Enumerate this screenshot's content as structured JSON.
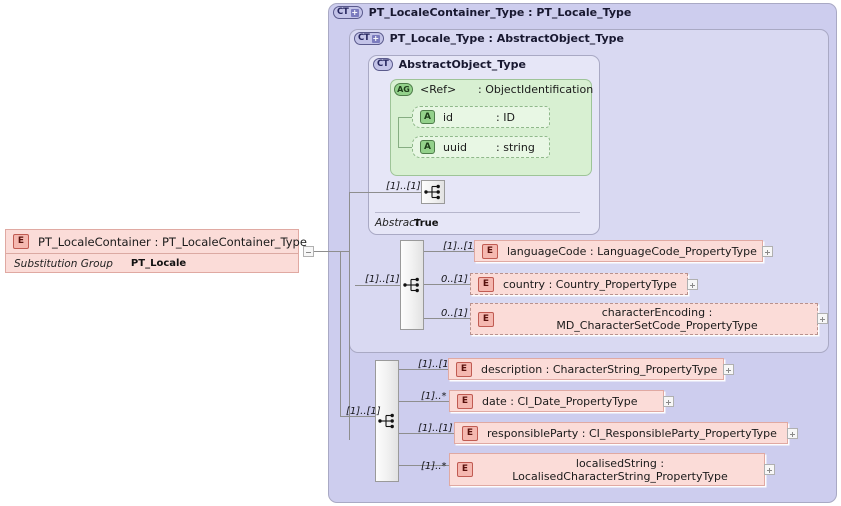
{
  "diagram": {
    "type": "xsd-schema-diagram",
    "root_element": {
      "icon": "element-icon",
      "badge": "E",
      "name": "PT_LocaleContainer",
      "separator": ":",
      "type": "PT_LocaleContainer_Type",
      "full_label": "PT_LocaleContainer : PT_LocaleContainer_Type",
      "substitution_group_label": "Substitution Group",
      "substitution_group_value": "PT_Locale",
      "collapse_toggle": "minus"
    },
    "containers": [
      {
        "badge": "CT",
        "expander": "+",
        "title": "PT_LocaleContainer_Type : PT_Locale_Type",
        "name": "PT_LocaleContainer_Type",
        "base": "PT_Locale_Type"
      },
      {
        "badge": "CT",
        "expander": "+",
        "title": "PT_Locale_Type : AbstractObject_Type",
        "name": "PT_Locale_Type",
        "base": "AbstractObject_Type"
      },
      {
        "badge": "CT",
        "expander": "",
        "title": "AbstractObject_Type",
        "name": "AbstractObject_Type",
        "base": ""
      }
    ],
    "attribute_group": {
      "badge": "AG",
      "ref_label": "<Ref>",
      "separator": ":",
      "type": "ObjectIdentification",
      "attributes": [
        {
          "badge": "A",
          "name": "id",
          "separator": ":",
          "type": "ID"
        },
        {
          "badge": "A",
          "name": "uuid",
          "separator": ":",
          "type": "string"
        }
      ]
    },
    "abstract_sequence_cardinality": "[1]..[1]",
    "abstract_footer": {
      "label": "Abstract",
      "value": "True"
    },
    "sequences": [
      {
        "name": "locale-sequence",
        "icon": "sequence-icon",
        "cardinality": "[1]..[1]"
      },
      {
        "name": "container-sequence",
        "icon": "sequence-icon",
        "cardinality": "[1]..[1]"
      }
    ],
    "locale_elements": [
      {
        "badge": "E",
        "cardinality": "[1]..[1]",
        "name": "languageCode",
        "separator": ":",
        "type": "LanguageCode_PropertyType",
        "full_label": "languageCode : LanguageCode_PropertyType",
        "required": true,
        "expander": "+"
      },
      {
        "badge": "E",
        "cardinality": "0..[1]",
        "name": "country",
        "separator": ":",
        "type": "Country_PropertyType",
        "full_label": "country   : Country_PropertyType",
        "required": false,
        "expander": "+"
      },
      {
        "badge": "E",
        "cardinality": "0..[1]",
        "name": "characterEncoding",
        "separator": ":",
        "type": "MD_CharacterSetCode_PropertyType",
        "full_label": "characterEncoding : MD_CharacterSetCode_PropertyType",
        "required": false,
        "expander": "+"
      }
    ],
    "container_elements": [
      {
        "badge": "E",
        "cardinality": "[1]..[1]",
        "name": "description",
        "separator": ":",
        "type": "CharacterString_PropertyType",
        "full_label": "description : CharacterString_PropertyType",
        "required": true,
        "expander": "+"
      },
      {
        "badge": "E",
        "cardinality": "[1]..*",
        "name": "date",
        "separator": ":",
        "type": "CI_Date_PropertyType",
        "full_label": "date        : CI_Date_PropertyType",
        "required": true,
        "expander": "+"
      },
      {
        "badge": "E",
        "cardinality": "[1]..[1]",
        "name": "responsibleParty",
        "separator": ":",
        "type": "CI_ResponsibleParty_PropertyType",
        "full_label": "responsibleParty : CI_ResponsibleParty_PropertyType",
        "required": true,
        "expander": "+"
      },
      {
        "badge": "E",
        "cardinality": "[1]..*",
        "name": "localisedString",
        "separator": ":",
        "type": "LocalisedCharacterString_PropertyType",
        "full_label": "localisedString : LocalisedCharacterString_PropertyType",
        "required": true,
        "expander": "+"
      }
    ],
    "colors": {
      "element_fill": "#fbdcd8",
      "element_border": "#e0a9a2",
      "attribute_fill": "#e8f7e4",
      "attribute_group_fill": "#d8f0d2",
      "container_outer": "#cdcdee",
      "container_mid": "#d9d9f2",
      "container_inner": "#e6e6f7",
      "line": "#8e8e8e",
      "background": "#ffffff"
    }
  }
}
